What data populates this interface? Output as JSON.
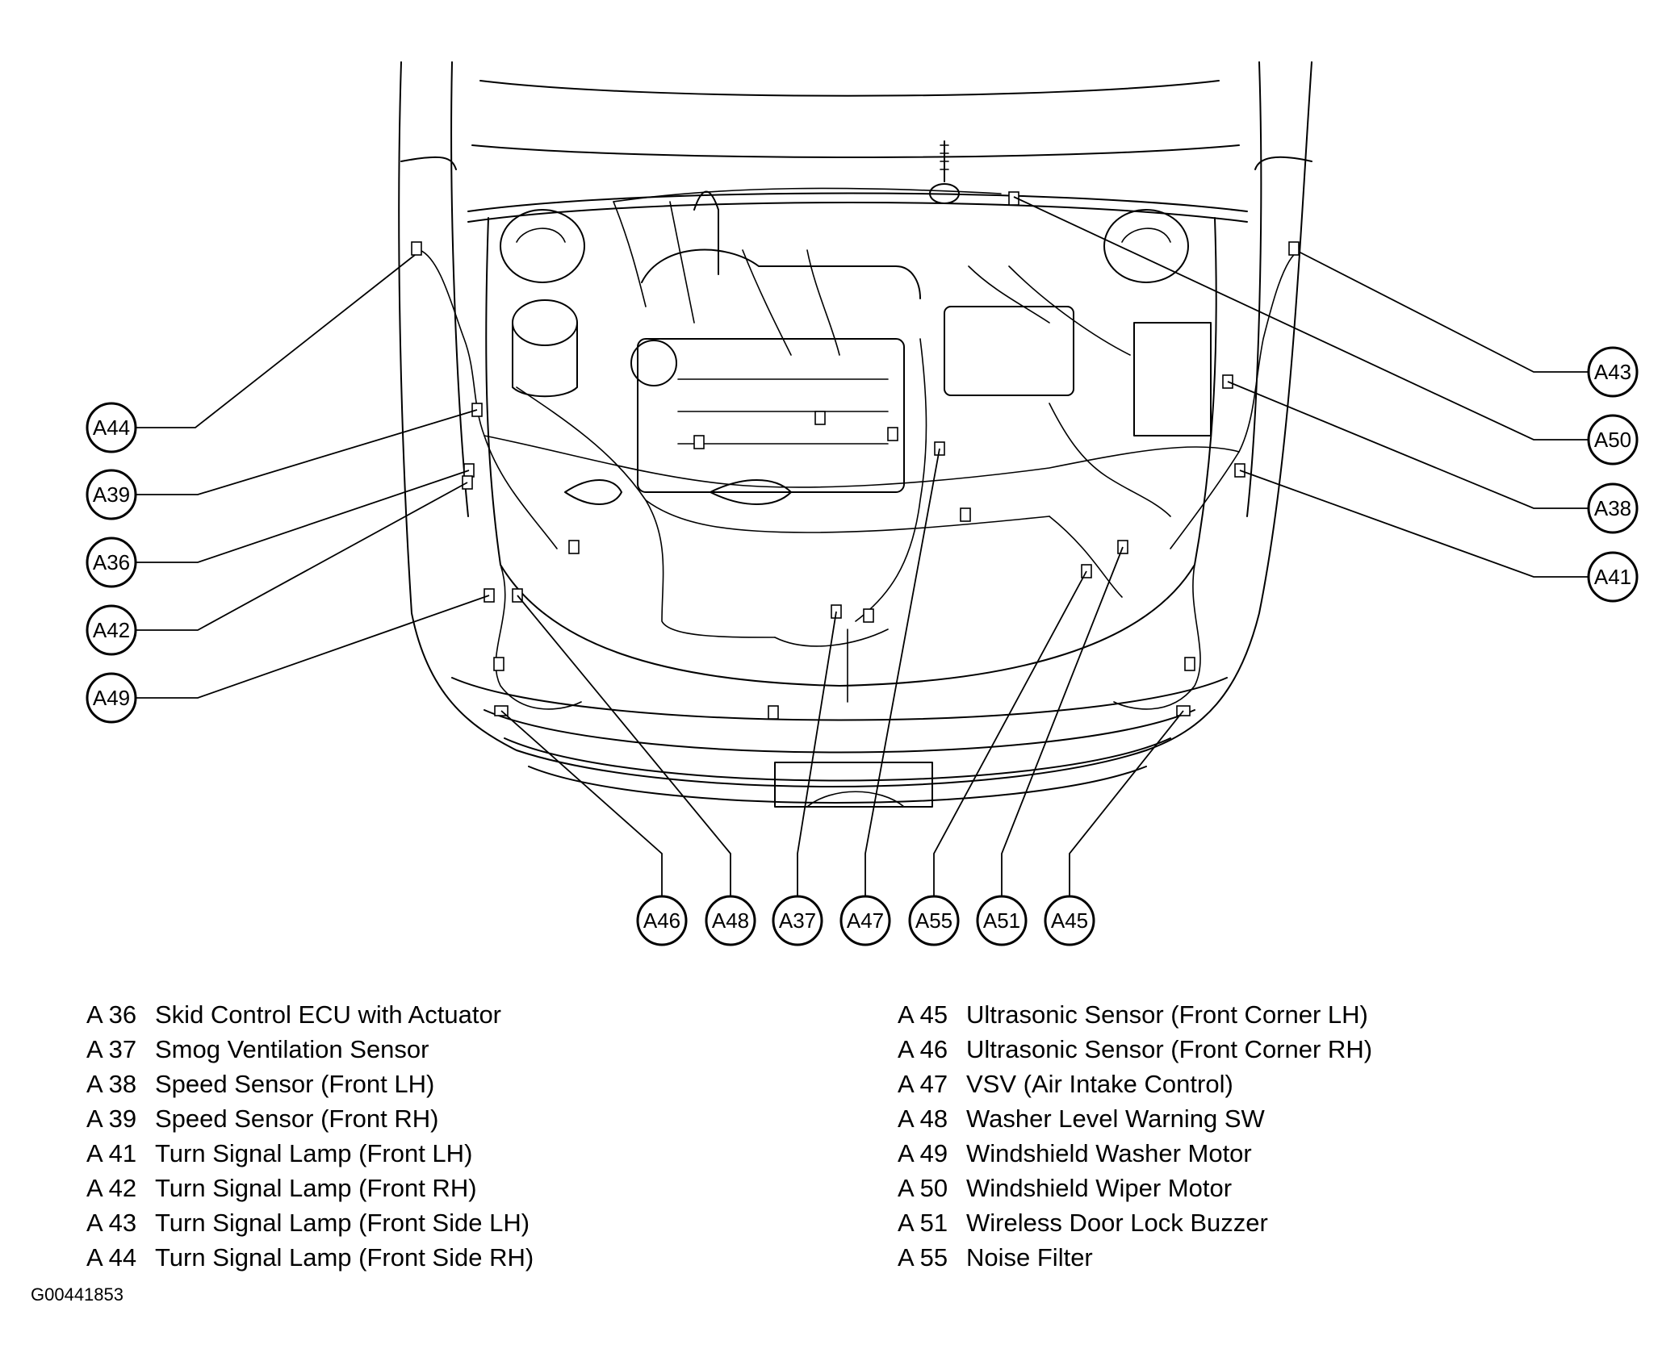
{
  "figure_id": "G00441853",
  "callouts": [
    {
      "code": "A44"
    },
    {
      "code": "A39"
    },
    {
      "code": "A36"
    },
    {
      "code": "A42"
    },
    {
      "code": "A49"
    },
    {
      "code": "A43"
    },
    {
      "code": "A50"
    },
    {
      "code": "A38"
    },
    {
      "code": "A41"
    },
    {
      "code": "A46"
    },
    {
      "code": "A48"
    },
    {
      "code": "A37"
    },
    {
      "code": "A47"
    },
    {
      "code": "A55"
    },
    {
      "code": "A51"
    },
    {
      "code": "A45"
    }
  ],
  "legend": {
    "left": [
      {
        "code": "A 36",
        "label": "Skid Control ECU with Actuator"
      },
      {
        "code": "A 37",
        "label": "Smog Ventilation Sensor"
      },
      {
        "code": "A 38",
        "label": "Speed Sensor (Front LH)"
      },
      {
        "code": "A 39",
        "label": "Speed Sensor (Front RH)"
      },
      {
        "code": "A 41",
        "label": "Turn Signal Lamp (Front LH)"
      },
      {
        "code": "A 42",
        "label": "Turn Signal Lamp (Front RH)"
      },
      {
        "code": "A 43",
        "label": "Turn Signal Lamp (Front Side LH)"
      },
      {
        "code": "A 44",
        "label": "Turn Signal Lamp (Front Side RH)"
      }
    ],
    "right": [
      {
        "code": "A 45",
        "label": "Ultrasonic Sensor (Front Corner LH)"
      },
      {
        "code": "A 46",
        "label": "Ultrasonic Sensor (Front Corner RH)"
      },
      {
        "code": "A 47",
        "label": "VSV (Air Intake Control)"
      },
      {
        "code": "A 48",
        "label": "Washer Level Warning SW"
      },
      {
        "code": "A 49",
        "label": "Windshield Washer Motor"
      },
      {
        "code": "A 50",
        "label": "Windshield Wiper Motor"
      },
      {
        "code": "A 51",
        "label": "Wireless Door Lock Buzzer"
      },
      {
        "code": "A 55",
        "label": "Noise Filter"
      }
    ]
  }
}
